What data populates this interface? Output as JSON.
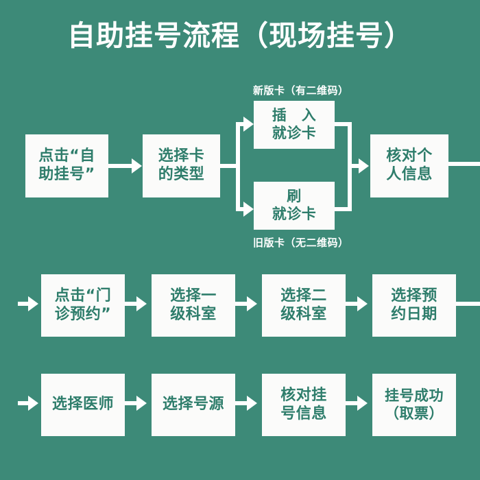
{
  "page": {
    "title": "自助挂号流程（现场挂号）",
    "background_color": "#3d8a78",
    "box_fill_color": "#fbfbfa",
    "box_text_color": "#2e7d6b",
    "connector_color": "#ffffff"
  },
  "flow": {
    "row1": {
      "nodes": [
        {
          "id": "click-self-service",
          "label": "点击“自\n助挂号”"
        },
        {
          "id": "select-card-type",
          "label": "选择卡\n的类型"
        },
        {
          "id": "insert-card",
          "label": "插　入\n就诊卡"
        },
        {
          "id": "swipe-card",
          "label": "刷\n就诊卡"
        },
        {
          "id": "verify-personal-info",
          "label": "核对个\n人信息"
        }
      ],
      "branch_labels": {
        "top": "新版卡（有二维码）",
        "bottom": "旧版卡（无二维码）"
      }
    },
    "row2": {
      "nodes": [
        {
          "id": "click-outpatient-appointment",
          "label": "点击“门\n诊预约”"
        },
        {
          "id": "select-primary-department",
          "label": "选择一\n级科室"
        },
        {
          "id": "select-secondary-department",
          "label": "选择二\n级科室"
        },
        {
          "id": "select-appointment-date",
          "label": "选择预\n约日期"
        }
      ]
    },
    "row3": {
      "nodes": [
        {
          "id": "select-doctor",
          "label": "选择医师"
        },
        {
          "id": "select-slot",
          "label": "选择号源"
        },
        {
          "id": "verify-registration-info",
          "label": "核对挂\n号信息"
        },
        {
          "id": "registration-success",
          "label": "挂号成功\n（取票）"
        }
      ]
    }
  }
}
